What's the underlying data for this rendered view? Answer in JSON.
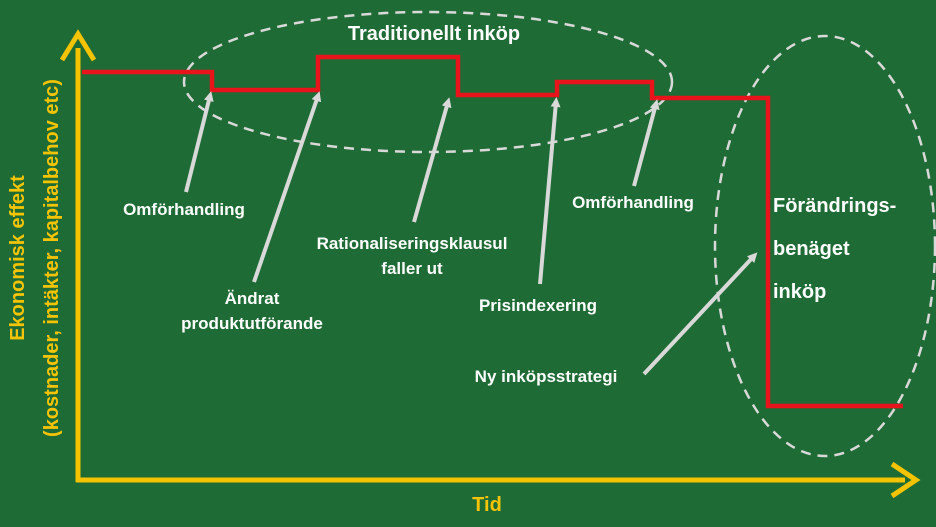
{
  "colors": {
    "background": "#1f6b35",
    "axis": "#f5c400",
    "cost_line": "#e8141c",
    "arrow": "#d9d9d9",
    "ellipse": "#d9d9d9",
    "text": "#ffffff"
  },
  "axes": {
    "x_label": "Tid",
    "y_label_line1": "Ekonomisk effekt",
    "y_label_line2": "(kostnader, intäkter, kapitalbehov etc)"
  },
  "regions": {
    "traditional_title": "Traditionellt inköp",
    "change_title_line1": "Förändrings-",
    "change_title_line2": "benäget",
    "change_title_line3": "inköp"
  },
  "events": {
    "omforhandling_1": "Omförhandling",
    "andrat_line1": "Ändrat",
    "andrat_line2": "produktutförande",
    "rational_line1": "Rationaliseringsklausul",
    "rational_line2": "faller ut",
    "prisindexering": "Prisindexering",
    "omforhandling_2": "Omförhandling",
    "ny_strategi": "Ny inköpsstrategi"
  }
}
